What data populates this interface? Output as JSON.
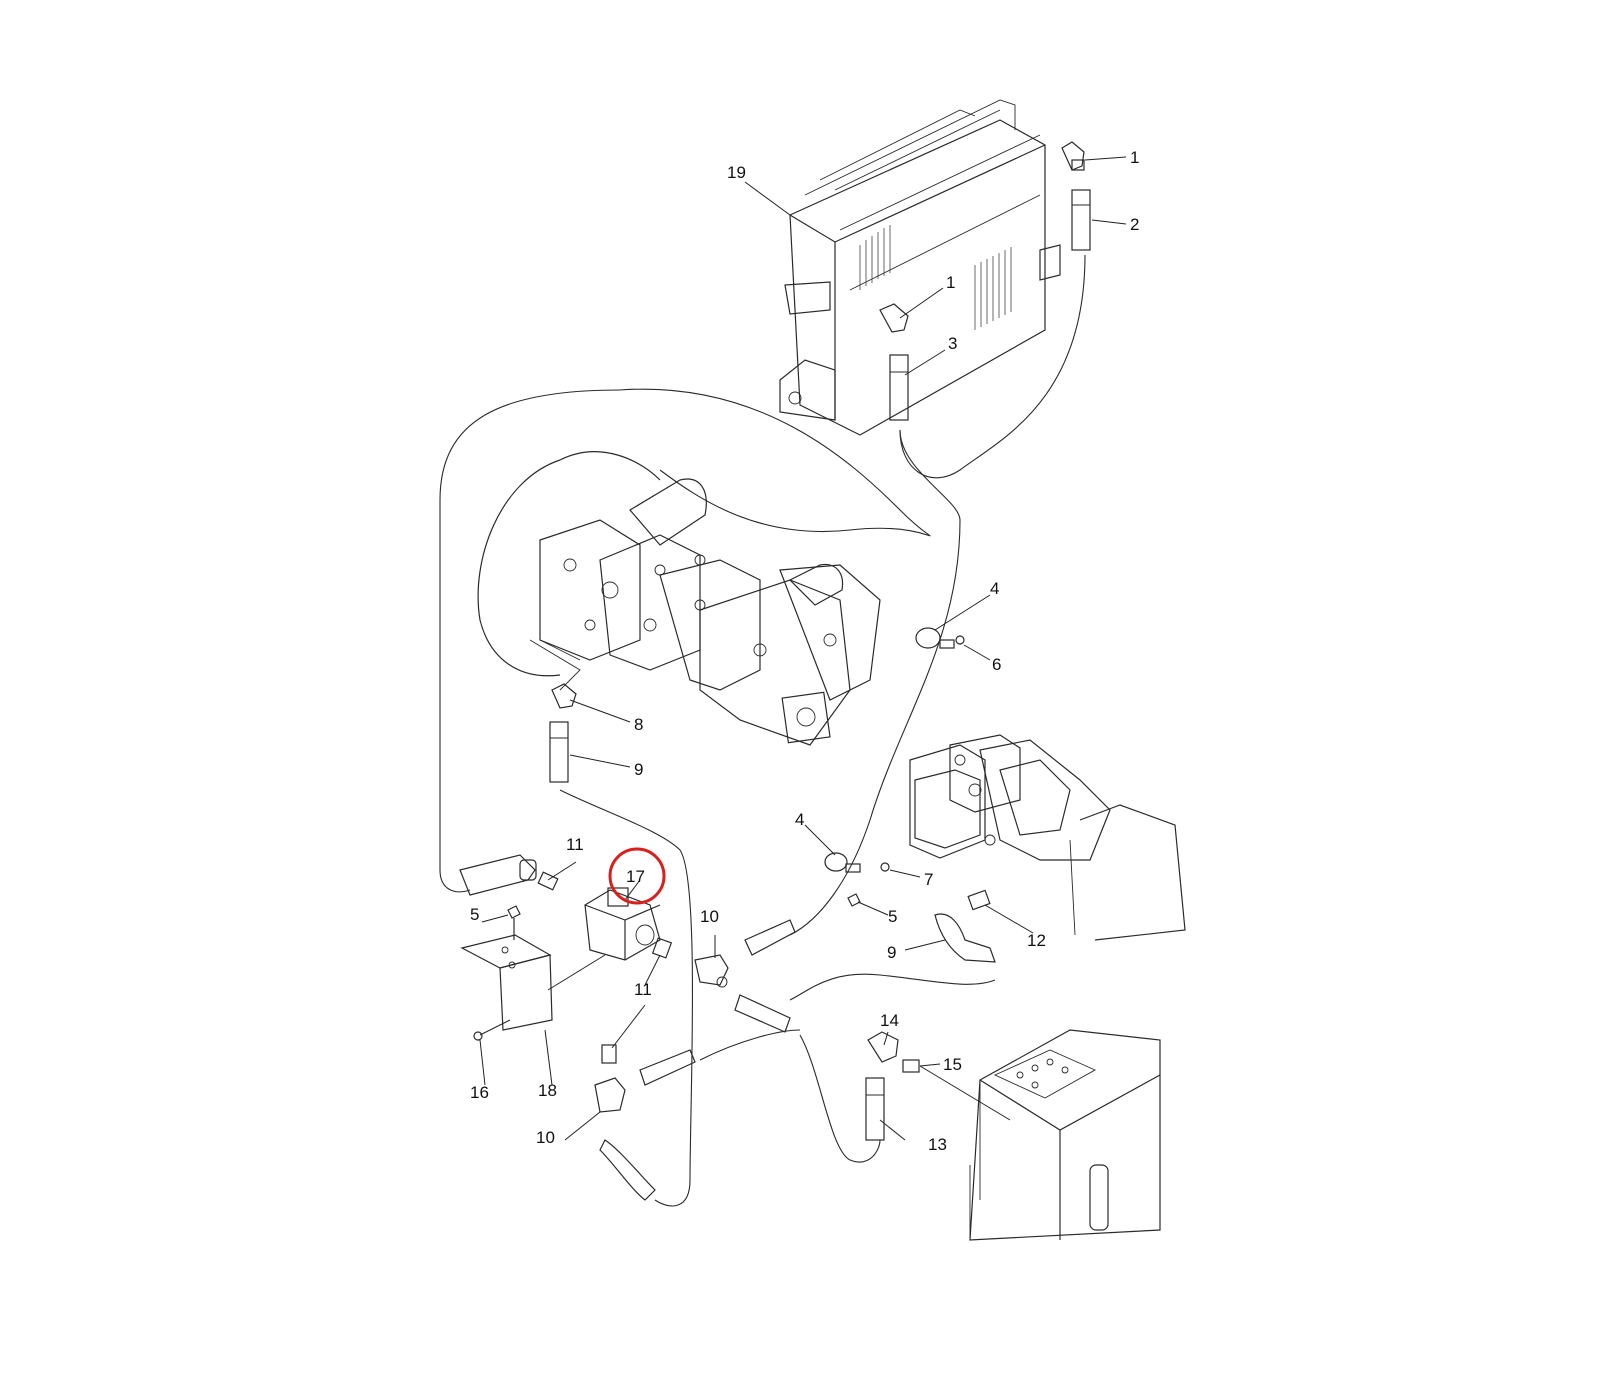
{
  "diagram": {
    "highlight_color": "#d9201c",
    "highlighted_callout": "17",
    "callouts": {
      "c1a": "1",
      "c1b": "1",
      "c2": "2",
      "c3": "3",
      "c4a": "4",
      "c4b": "4",
      "c5a": "5",
      "c5b": "5",
      "c6": "6",
      "c7": "7",
      "c8": "8",
      "c9a": "9",
      "c9b": "9",
      "c10a": "10",
      "c10b": "10",
      "c11a": "11",
      "c11b": "11",
      "c12": "12",
      "c13": "13",
      "c14": "14",
      "c15": "15",
      "c16": "16",
      "c17": "17",
      "c18": "18",
      "c19": "19"
    }
  }
}
